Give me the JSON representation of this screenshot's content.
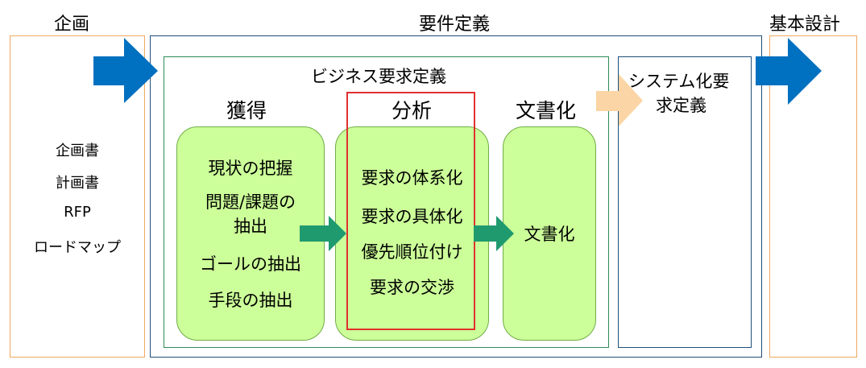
{
  "planning": {
    "title": "企画",
    "items": [
      "企画書",
      "計画書",
      "RFP",
      "ロードマップ"
    ]
  },
  "requirements": {
    "title": "要件定義"
  },
  "business": {
    "title": "ビジネス要求定義"
  },
  "acquisition": {
    "title": "獲得",
    "items": [
      "現状の把握",
      "問題/課題の",
      "抽出",
      "ゴールの抽出",
      "手段の抽出"
    ]
  },
  "analysis": {
    "title": "分析",
    "items": [
      "要求の体系化",
      "要求の具体化",
      "優先順位付け",
      "要求の交渉"
    ]
  },
  "documentation": {
    "title": "文書化",
    "item": "文書化"
  },
  "system_req": {
    "title_line1": "システム化要",
    "title_line2": "求定義"
  },
  "basic_design": {
    "title": "基本設計"
  },
  "colors": {
    "orange_border": "#f0a862",
    "blue_arrow": "#0070c0",
    "green_box": "#ccff99",
    "teal_arrow": "#1f9a6f",
    "peach_arrow": "#fbd5a5",
    "highlight_red": "#e03030"
  }
}
